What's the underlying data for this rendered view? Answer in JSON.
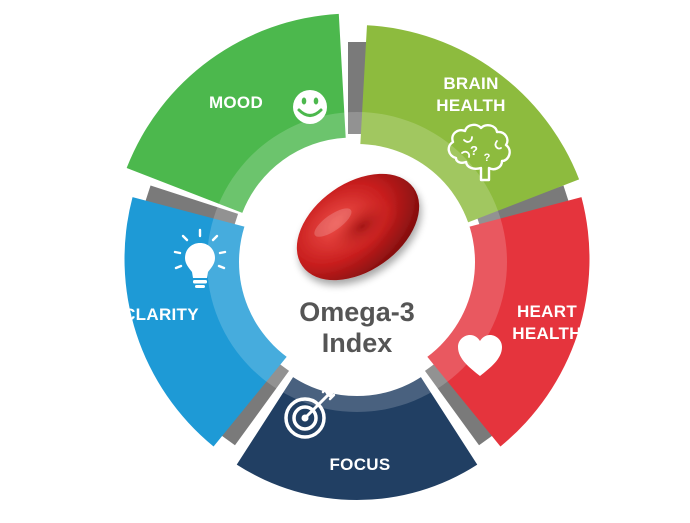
{
  "diagram": {
    "center": {
      "title_line1": "Omega-3",
      "title_line2": "Index",
      "image": "red-blood-cell-icon"
    },
    "segments": [
      {
        "id": "mood",
        "label_lines": [
          "MOOD"
        ],
        "color": "#4cb84d",
        "icon": "smiley-face-icon"
      },
      {
        "id": "brain-health",
        "label_lines": [
          "BRAIN",
          "HEALTH"
        ],
        "color": "#8dbb3e",
        "icon": "brain-icon"
      },
      {
        "id": "heart-health",
        "label_lines": [
          "HEART",
          "HEALTH"
        ],
        "color": "#e5343d",
        "icon": "heart-icon"
      },
      {
        "id": "focus",
        "label_lines": [
          "FOCUS"
        ],
        "color": "#213f63",
        "icon": "target-icon"
      },
      {
        "id": "clarity",
        "label_lines": [
          "CLARITY"
        ],
        "color": "#1e9ad6",
        "icon": "lightbulb-icon"
      }
    ],
    "colors": {
      "separator": "#7a7a7a",
      "center_text": "#555555",
      "cell_red": "#c81e1e"
    }
  }
}
